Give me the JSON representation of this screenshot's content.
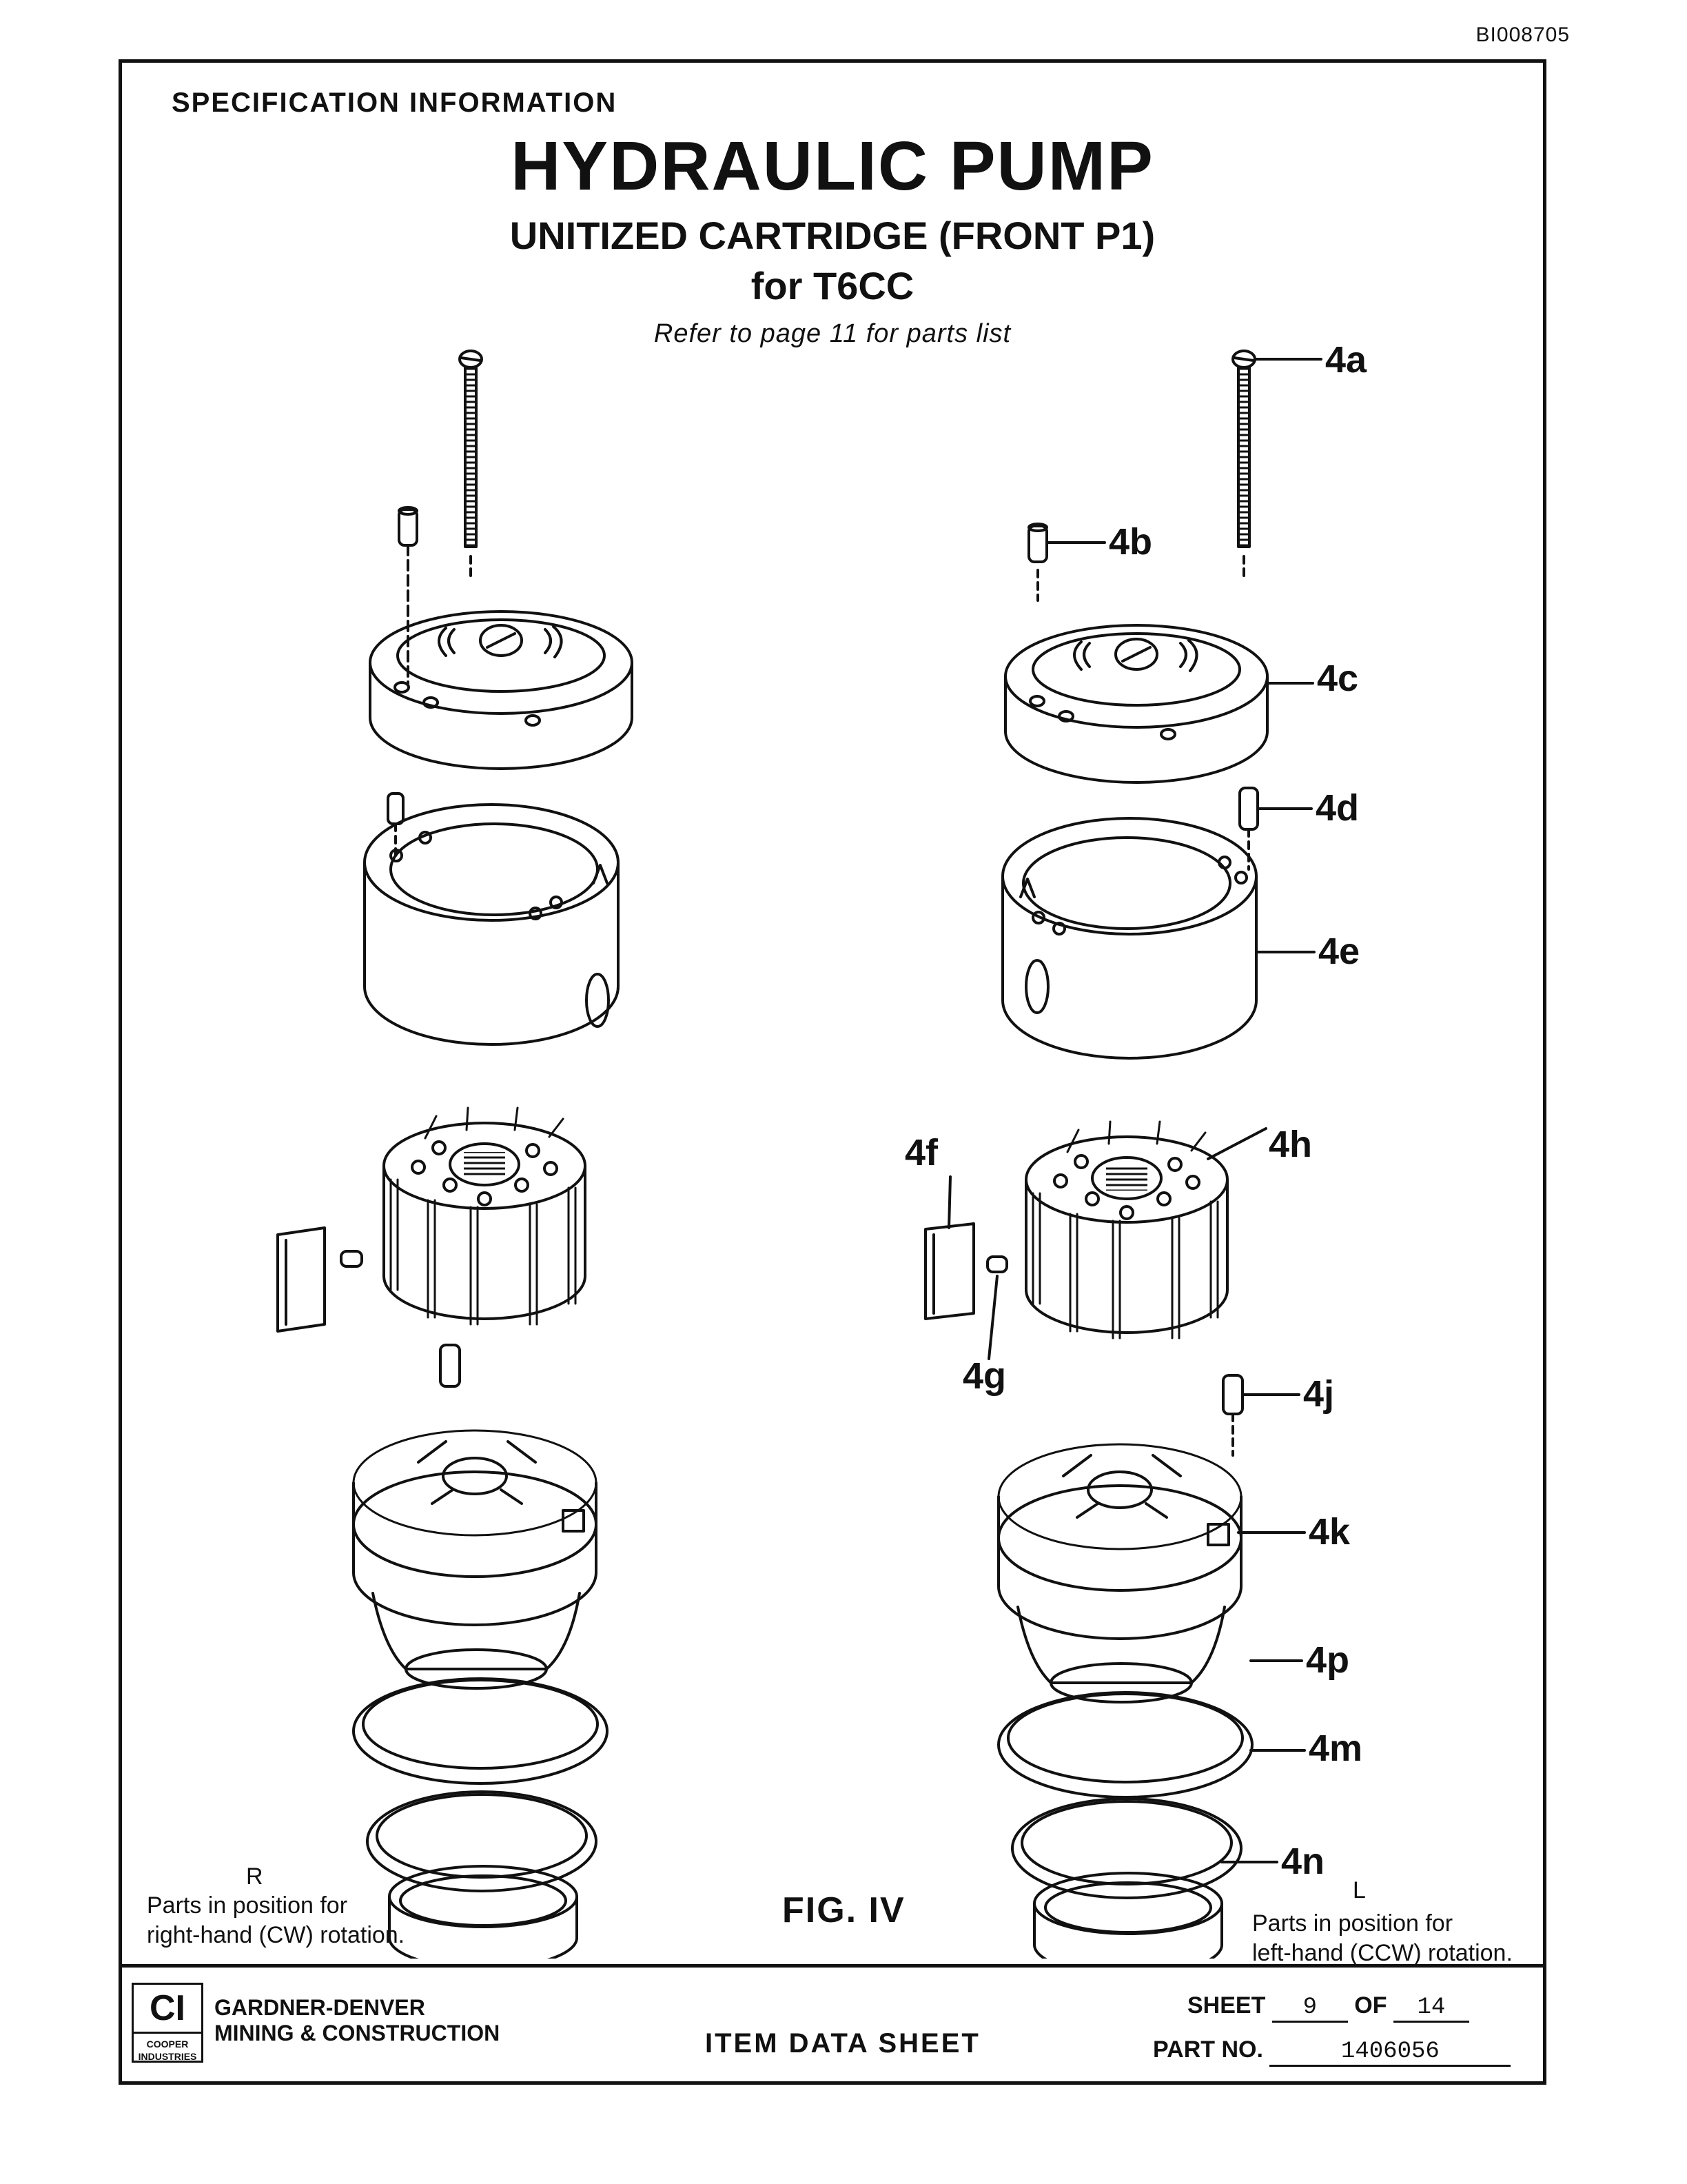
{
  "doc_id": "BI008705",
  "header": {
    "spec_label": "SPECIFICATION INFORMATION",
    "title": "HYDRAULIC PUMP",
    "subtitle": "UNITIZED CARTRIDGE (FRONT P1)",
    "for_line": "for  T6CC",
    "refer": "Refer to page 11 for parts list"
  },
  "labels": {
    "a": "4a",
    "b": "4b",
    "c": "4c",
    "d": "4d",
    "e": "4e",
    "f": "4f",
    "g": "4g",
    "h": "4h",
    "j": "4j",
    "k": "4k",
    "p": "4p",
    "m": "4m",
    "n": "4n"
  },
  "left_note": {
    "letter": "R",
    "line1": "Parts in position for",
    "line2": "right-hand (CW) rotation."
  },
  "right_note": {
    "letter": "L",
    "line1": "Parts in position for",
    "line2": "left-hand (CCW) rotation."
  },
  "figure": "FIG. IV",
  "footer": {
    "logo_mark": "CI",
    "logo_text": "COOPER INDUSTRIES",
    "company_line1": "GARDNER-DENVER",
    "company_line2": "MINING & CONSTRUCTION",
    "item_data_sheet": "ITEM DATA SHEET",
    "sheet_label": "SHEET",
    "sheet_num": "9",
    "of_label": "OF",
    "sheet_total": "14",
    "part_label": "PART NO.",
    "part_no": "1406056"
  }
}
